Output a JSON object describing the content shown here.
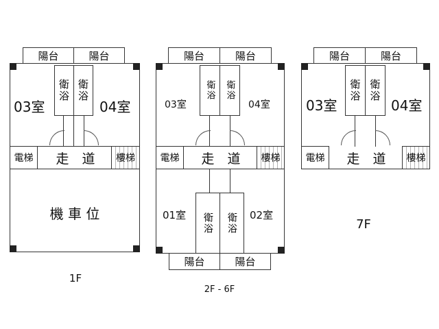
{
  "labels": {
    "balcony": "陽台",
    "bath": "衛浴",
    "room01": "01室",
    "room02": "02室",
    "room03": "03室",
    "room04": "04室",
    "elevator": "電梯",
    "corridor": "走　道",
    "stairs": "樓梯",
    "parking": "機 車 位"
  },
  "floors": {
    "f1": "1F",
    "f2": "2F - 6F",
    "f3": "7F"
  }
}
